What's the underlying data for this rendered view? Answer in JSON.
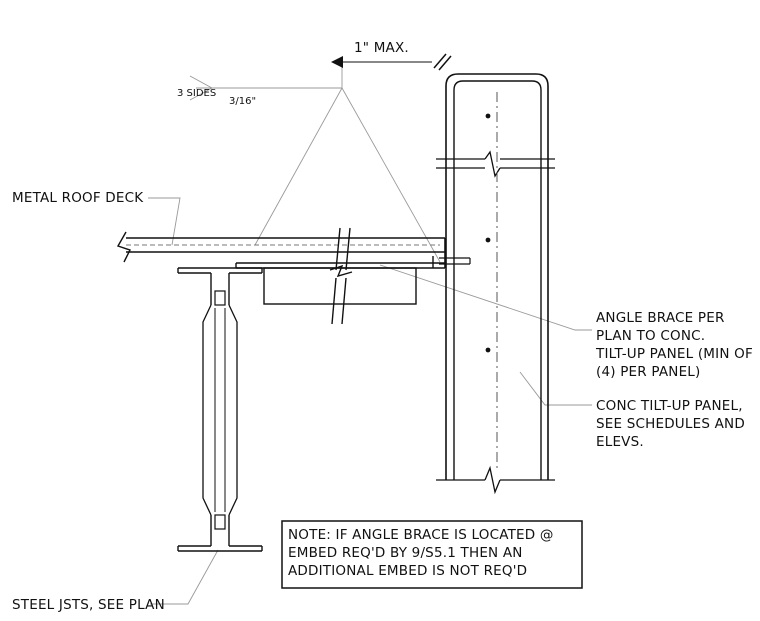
{
  "labels": {
    "clearance": "1\" MAX.",
    "weld_sides": "3 SIDES",
    "weld_size": "3/16\"",
    "metal_roof_deck": "METAL ROOF DECK",
    "angle_brace": [
      "ANGLE BRACE PER",
      "PLAN TO CONC.",
      "TILT-UP PANEL (MIN OF",
      "(4) PER PANEL)"
    ],
    "tilt_up_panel": [
      "CONC TILT-UP PANEL,",
      "SEE SCHEDULES AND",
      "ELEVS."
    ],
    "steel_joists": "STEEL JSTS, SEE PLAN"
  },
  "note": [
    "NOTE: IF ANGLE BRACE IS LOCATED @",
    "EMBED REQ'D BY 9/S5.1 THEN AN",
    "ADDITIONAL EMBED IS NOT REQ'D"
  ]
}
